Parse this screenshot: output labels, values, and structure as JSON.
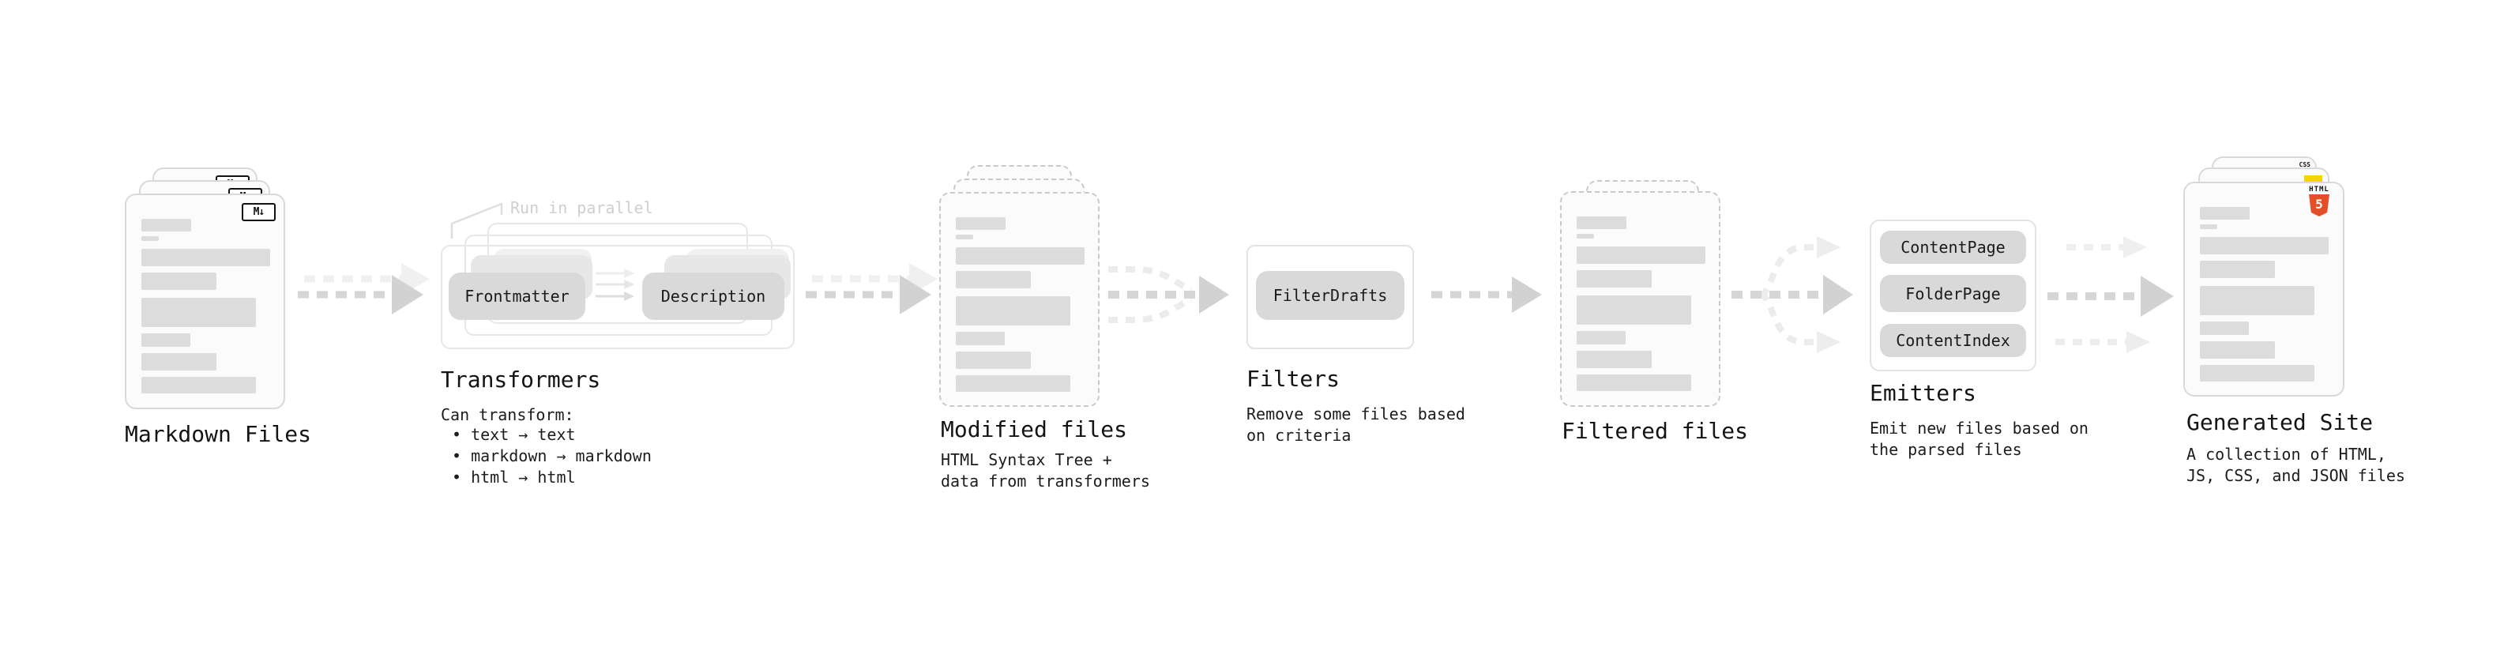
{
  "diagram": {
    "background": "#ffffff",
    "colors": {
      "arrow_main": "#d2d2d2",
      "arrow_ghost": "#efefef",
      "pill_gray": "#d9d9d9",
      "card_background": "#fbfbfb",
      "placeholder_bar": "#dcdcdc",
      "html5_orange": "#e34f26",
      "js_yellow": "#f5d400",
      "css_blue": "#2962e8",
      "markdown_black": "#111111"
    },
    "nodes": {
      "markdown_files": {
        "label": "Markdown Files",
        "badge": "M↓",
        "stack_count": 3
      },
      "transformers": {
        "label": "Transformers",
        "annotation": "Run in parallel",
        "pills": [
          "Frontmatter",
          "Description"
        ],
        "subtitle": "Can transform:",
        "bullets": [
          "• text → text",
          "• markdown → markdown",
          "• html → html"
        ]
      },
      "modified_files": {
        "label": "Modified files",
        "subtitle_lines": [
          "HTML Syntax Tree +",
          "data from transformers"
        ],
        "stack_count": 3
      },
      "filters": {
        "label": "Filters",
        "pills": [
          "FilterDrafts"
        ],
        "subtitle_lines": [
          "Remove some files based",
          "on criteria"
        ]
      },
      "filtered_files": {
        "label": "Filtered files",
        "stack_count": 2
      },
      "emitters": {
        "label": "Emitters",
        "pills": [
          "ContentPage",
          "FolderPage",
          "ContentIndex"
        ],
        "subtitle_lines": [
          "Emit new files based on",
          "the parsed files"
        ]
      },
      "generated_site": {
        "label": "Generated Site",
        "subtitle_lines": [
          "A collection of HTML,",
          "JS, CSS, and JSON files"
        ],
        "badges": {
          "html_word": "HTML",
          "html_number": "5",
          "css": "CSS"
        }
      }
    }
  }
}
